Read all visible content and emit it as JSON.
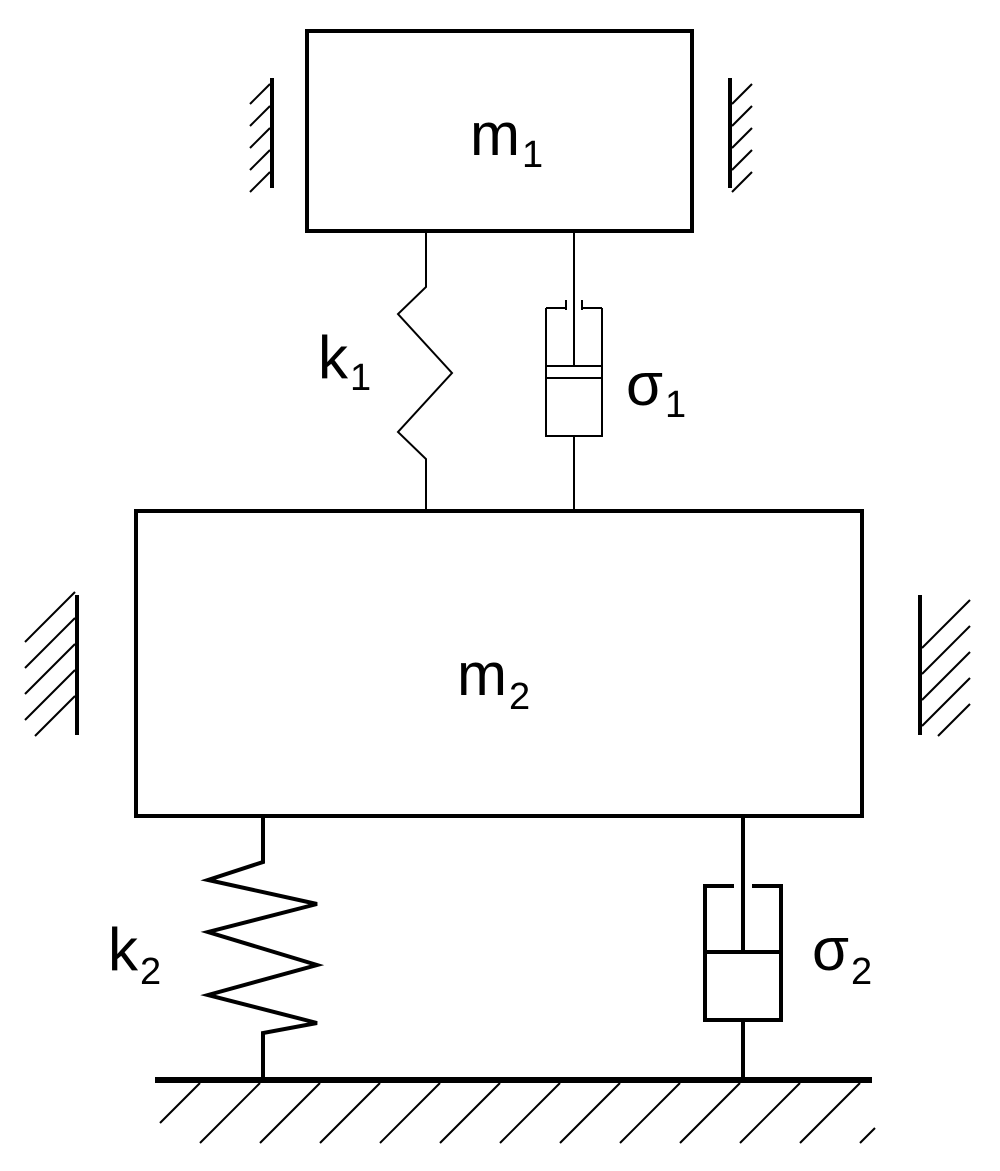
{
  "labels": {
    "m1": {
      "main": "m",
      "sub": "1"
    },
    "m2": {
      "main": "m",
      "sub": "2"
    },
    "k1": {
      "main": "k",
      "sub": "1"
    },
    "k2": {
      "main": "k",
      "sub": "2"
    },
    "sigma1": {
      "main": "σ",
      "sub": "1"
    },
    "sigma2": {
      "main": "σ",
      "sub": "2"
    }
  },
  "colors": {
    "line": "#000000",
    "background": "#ffffff"
  }
}
